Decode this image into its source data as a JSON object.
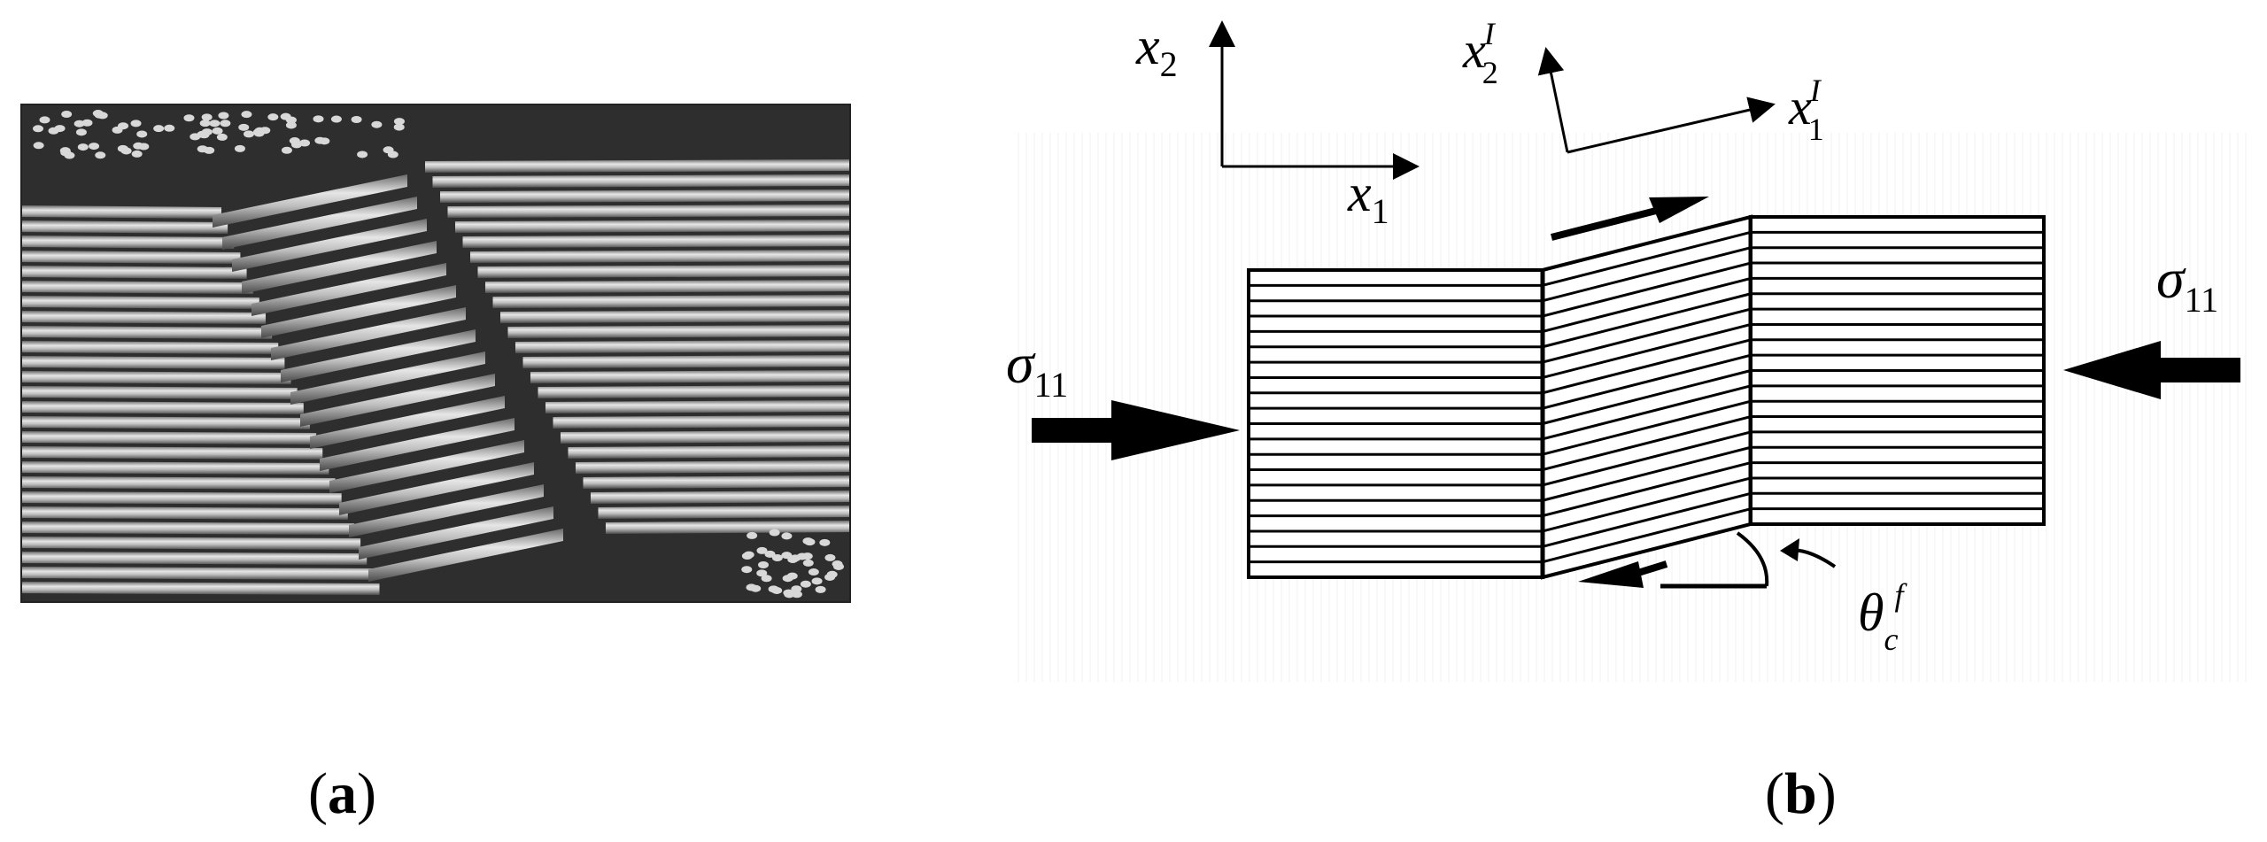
{
  "panel_a": {
    "label_open": "(",
    "label_letter": "a",
    "label_close": ")"
  },
  "panel_b": {
    "label_open": "(",
    "label_letter": "b",
    "label_close": ")",
    "axes_global": {
      "x1": "x",
      "x1_sub": "1",
      "x2": "x",
      "x2_sub": "2"
    },
    "axes_local": {
      "x1": "x",
      "x1_sup": "I",
      "x1_sub": "1",
      "x2": "x",
      "x2_sup": "I",
      "x2_sub": "2"
    },
    "stress_left": {
      "symbol": "σ",
      "sub": "11"
    },
    "stress_right": {
      "symbol": "σ",
      "sub": "11"
    },
    "angle": {
      "symbol": "θ",
      "sup": "f",
      "sub": "c"
    }
  },
  "colors": {
    "ink": "#000000",
    "background": "#ffffff",
    "photo_dark": "#2e2e2e"
  }
}
